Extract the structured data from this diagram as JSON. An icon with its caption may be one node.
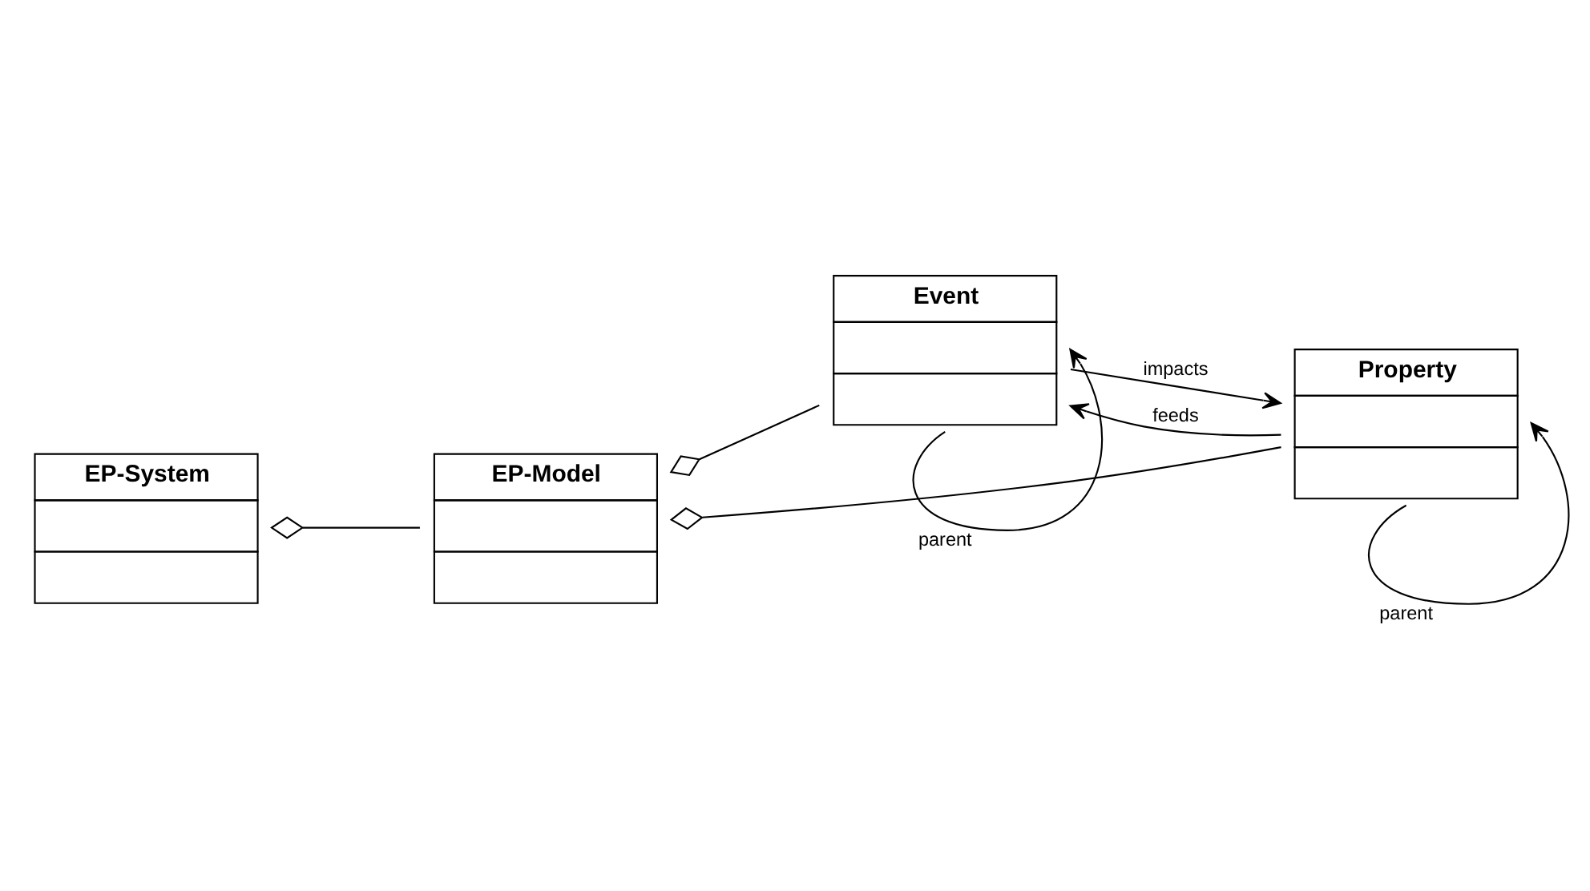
{
  "diagram": {
    "nodes": [
      {
        "text": [
          "EP-System"
        ]
      },
      {
        "text": [
          "EP-Model"
        ]
      },
      {
        "text": [
          "Event"
        ]
      },
      {
        "text": [
          "Property"
        ]
      }
    ],
    "edges": [
      {
        "from": 0,
        "to": 1,
        "arrow": "other"
      },
      {
        "from": 1,
        "to": 2,
        "arrow": "other"
      },
      {
        "from": 1,
        "to": 3,
        "arrow": "other"
      },
      {
        "from": 2,
        "to": 3,
        "arrow": "to",
        "label": "impacts"
      },
      {
        "from": 3,
        "to": 2,
        "arrow": "to",
        "label": "feeds"
      },
      {
        "from": 2,
        "to": 2,
        "arrow": "to",
        "label": "parent"
      },
      {
        "from": 3,
        "to": 3,
        "arrow": "to",
        "label": "parent"
      }
    ]
  }
}
